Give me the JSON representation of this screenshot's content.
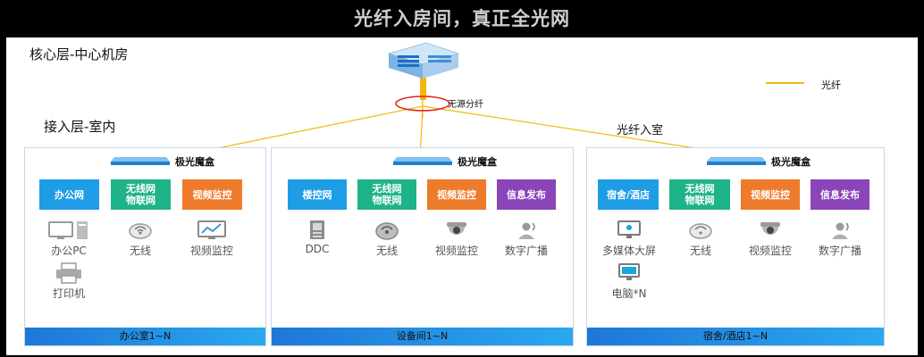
{
  "title": "光纤入房间，真正全光网",
  "layers": {
    "core": "核心层-中心机房",
    "access": "接入层-室内",
    "fiber_room": "光纤入室"
  },
  "legend": {
    "label": "光纤",
    "color": "#f6b60a"
  },
  "splitter": "无源分纤",
  "colors": {
    "blue": "#1e9de6",
    "green": "#1fb38a",
    "orange": "#ee7b2b",
    "purple": "#8a45b8"
  },
  "groups": [
    {
      "box": "极光魔盒",
      "tags": [
        {
          "label": "办公网",
          "color": "blue"
        },
        {
          "label": "无线网\n物联网",
          "color": "green"
        },
        {
          "label": "视频监控",
          "color": "orange"
        }
      ],
      "devices": [
        {
          "label": "办公PC",
          "icon": "desktop-pc-icon"
        },
        {
          "label": "无线",
          "icon": "wireless-ap-icon"
        },
        {
          "label": "视频监控",
          "icon": "monitor-screen-icon"
        },
        {
          "label": "打印机",
          "icon": "printer-icon"
        }
      ],
      "footer": "办公室1~N"
    },
    {
      "box": "极光魔盒",
      "tags": [
        {
          "label": "楼控网",
          "color": "blue"
        },
        {
          "label": "无线网\n物联网",
          "color": "green"
        },
        {
          "label": "视频监控",
          "color": "orange"
        },
        {
          "label": "信息发布",
          "color": "purple"
        }
      ],
      "devices": [
        {
          "label": "DDC",
          "icon": "ddc-controller-icon"
        },
        {
          "label": "无线",
          "icon": "wireless-ap-icon"
        },
        {
          "label": "视频监控",
          "icon": "dome-camera-icon"
        },
        {
          "label": "数字广播",
          "icon": "broadcast-speaker-icon"
        }
      ],
      "footer": "设备间1~N"
    },
    {
      "box": "极光魔盒",
      "tags": [
        {
          "label": "宿舍/酒店",
          "color": "blue"
        },
        {
          "label": "无线网\n物联网",
          "color": "green"
        },
        {
          "label": "视频监控",
          "color": "orange"
        },
        {
          "label": "信息发布",
          "color": "purple"
        }
      ],
      "devices": [
        {
          "label": "多媒体大屏",
          "icon": "display-screen-icon"
        },
        {
          "label": "无线",
          "icon": "wireless-ap-icon"
        },
        {
          "label": "视频监控",
          "icon": "dome-camera-icon"
        },
        {
          "label": "数字广播",
          "icon": "broadcast-speaker-icon"
        },
        {
          "label": "电脑*N",
          "icon": "computer-monitor-icon"
        }
      ],
      "footer": "宿舍/酒店1~N"
    }
  ]
}
